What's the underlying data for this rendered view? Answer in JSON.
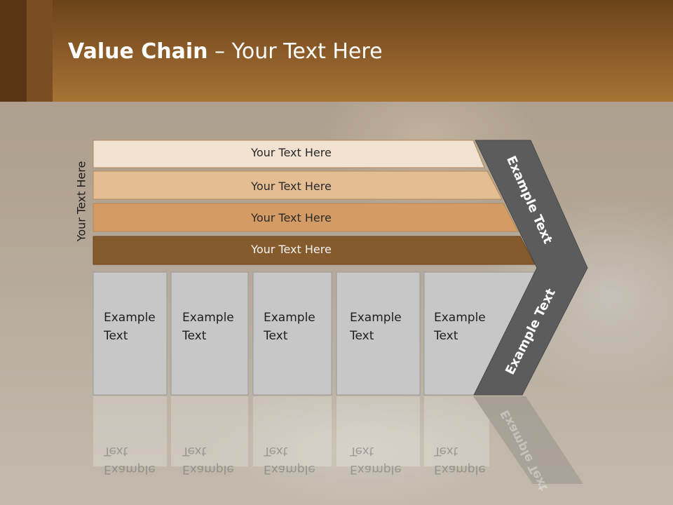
{
  "slide": {
    "title_bold": "Value Chain",
    "title_rest": " – Your Text Here",
    "side_label": "Your Text Here"
  },
  "bars": [
    {
      "label": "Your Text Here",
      "color": "#f1e2d2"
    },
    {
      "label": "Your Text Here",
      "color": "#e4bd93"
    },
    {
      "label": "Your Text Here",
      "color": "#d49c64"
    },
    {
      "label": "Your Text Here",
      "color": "#855a2c"
    }
  ],
  "boxes": [
    {
      "line1": "Example",
      "line2": "Text"
    },
    {
      "line1": "Example",
      "line2": "Text"
    },
    {
      "line1": "Example",
      "line2": "Text"
    },
    {
      "line1": "Example",
      "line2": "Text"
    },
    {
      "line1": "Example",
      "line2": "Text"
    }
  ],
  "chevron": {
    "upper_label": "Example Text",
    "lower_label": "Example Text",
    "color": "#5c5c5c"
  }
}
